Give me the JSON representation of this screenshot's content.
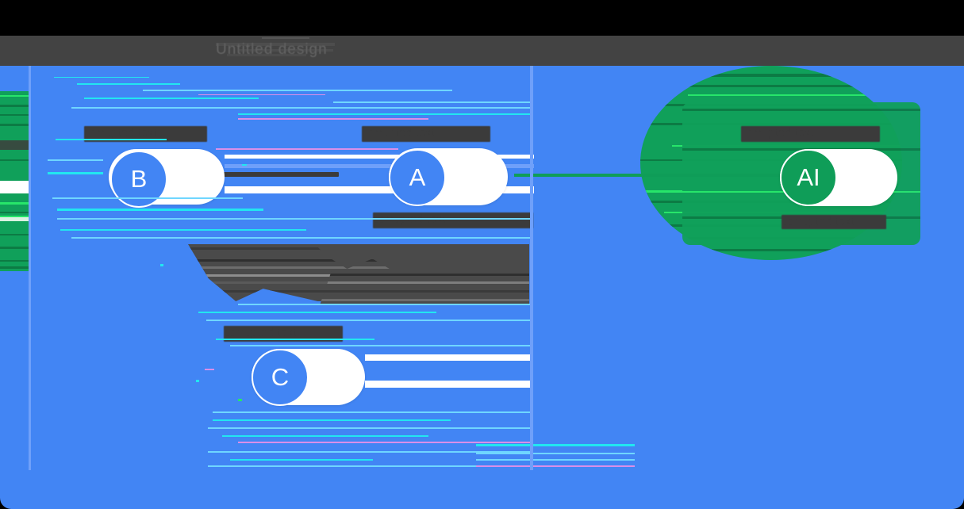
{
  "window": {
    "toolbar_title": "Untitled design",
    "toolbar_bg": "#434343",
    "letterbox_bg": "#000000"
  },
  "canvas": {
    "background_color": "#4285F4",
    "accent_blue": "#4285F4",
    "accent_green": "#0F9D58",
    "panel_green": "#10A05A",
    "glitch_dark": "#4A4A4A",
    "label_dark": "#3B3B3B"
  },
  "left_panel": {
    "name": "side-strip",
    "color": "#10A05A"
  },
  "nodes": [
    {
      "id": "node-b",
      "badge": "B",
      "badge_color": "#4285F4",
      "label": "corrupted text",
      "sub_label": ""
    },
    {
      "id": "node-a",
      "badge": "A",
      "badge_color": "#4285F4",
      "label": "corrupted text",
      "sub_label": "corrupted text"
    },
    {
      "id": "node-c",
      "badge": "C",
      "badge_color": "#4285F4",
      "label": "corrupted text",
      "sub_label": ""
    },
    {
      "id": "node-ai",
      "badge": "AI",
      "badge_color": "#0F9D58",
      "label": "corrupted text",
      "sub_label": "corrupted text"
    }
  ],
  "connectors": [
    {
      "id": "connector-b-a",
      "color": "#3B3B3B",
      "from": "node-b",
      "to": "node-a"
    },
    {
      "id": "connector-a-ai",
      "color": "#0F9D58",
      "from": "node-a",
      "to": "node-ai"
    }
  ],
  "glitch": {
    "description": "horizontal datamosh scanlines and sheared blocks",
    "scanline_colors": [
      "#22E6F0",
      "#D98FE8",
      "#6FD6FF",
      "#FFFFFF",
      "#0C7B44",
      "#27E56A"
    ]
  }
}
